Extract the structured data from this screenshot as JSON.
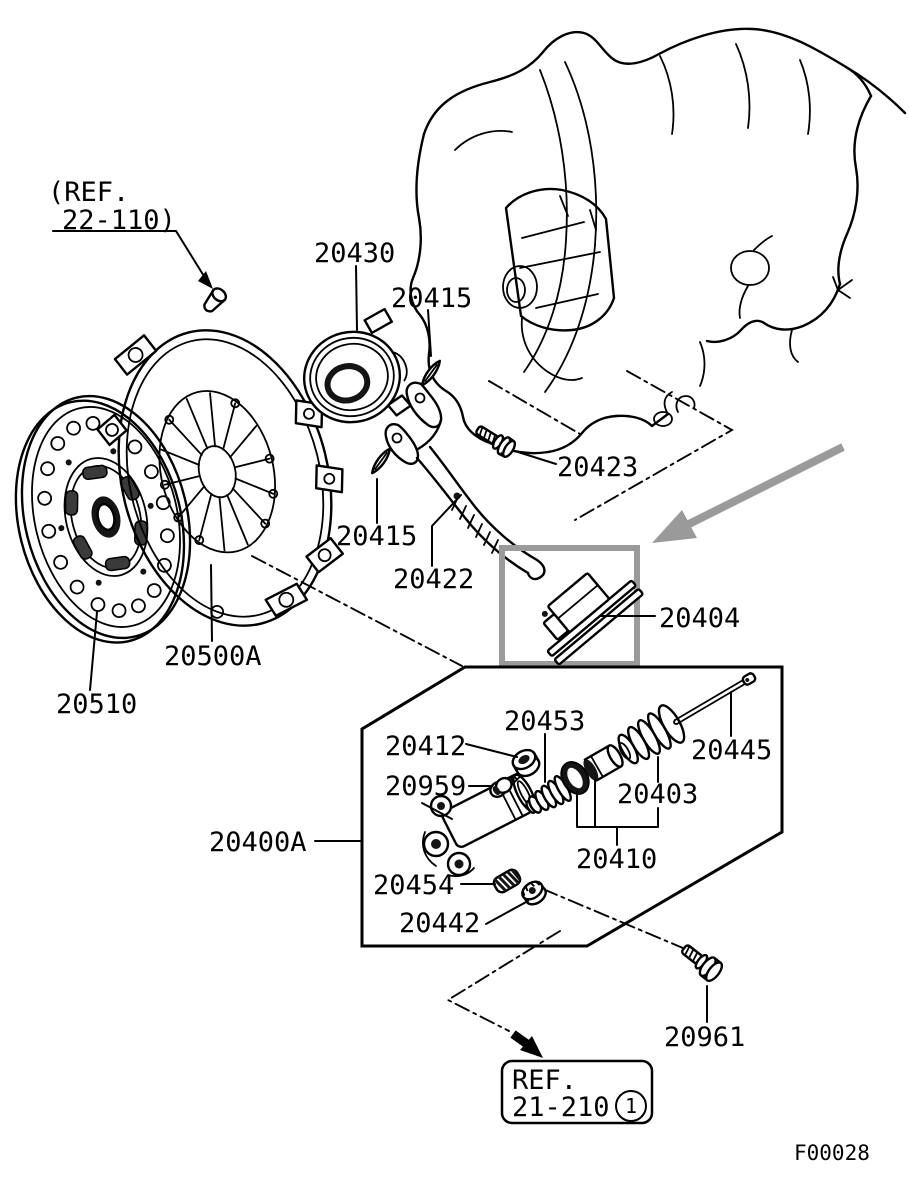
{
  "figure_code": "F00028",
  "ref_callouts": {
    "top": {
      "line1": "(REF.",
      "line2": "22-110)"
    },
    "bottom": {
      "line1": "REF.",
      "line2": "21-210",
      "badge": "1"
    }
  },
  "colors": {
    "ink": "#000000",
    "gray": "#9a9a9a"
  },
  "part_labels": {
    "p20430": "20430",
    "p20415_upper": "20415",
    "p20415_lower": "20415",
    "p20423": "20423",
    "p20422": "20422",
    "p20404": "20404",
    "p20500A": "20500A",
    "p20510": "20510",
    "p20412": "20412",
    "p20453": "20453",
    "p20959": "20959",
    "p20445": "20445",
    "p20403": "20403",
    "p20410": "20410",
    "p20400A": "20400A",
    "p20454": "20454",
    "p20442": "20442",
    "p20961": "20961"
  }
}
